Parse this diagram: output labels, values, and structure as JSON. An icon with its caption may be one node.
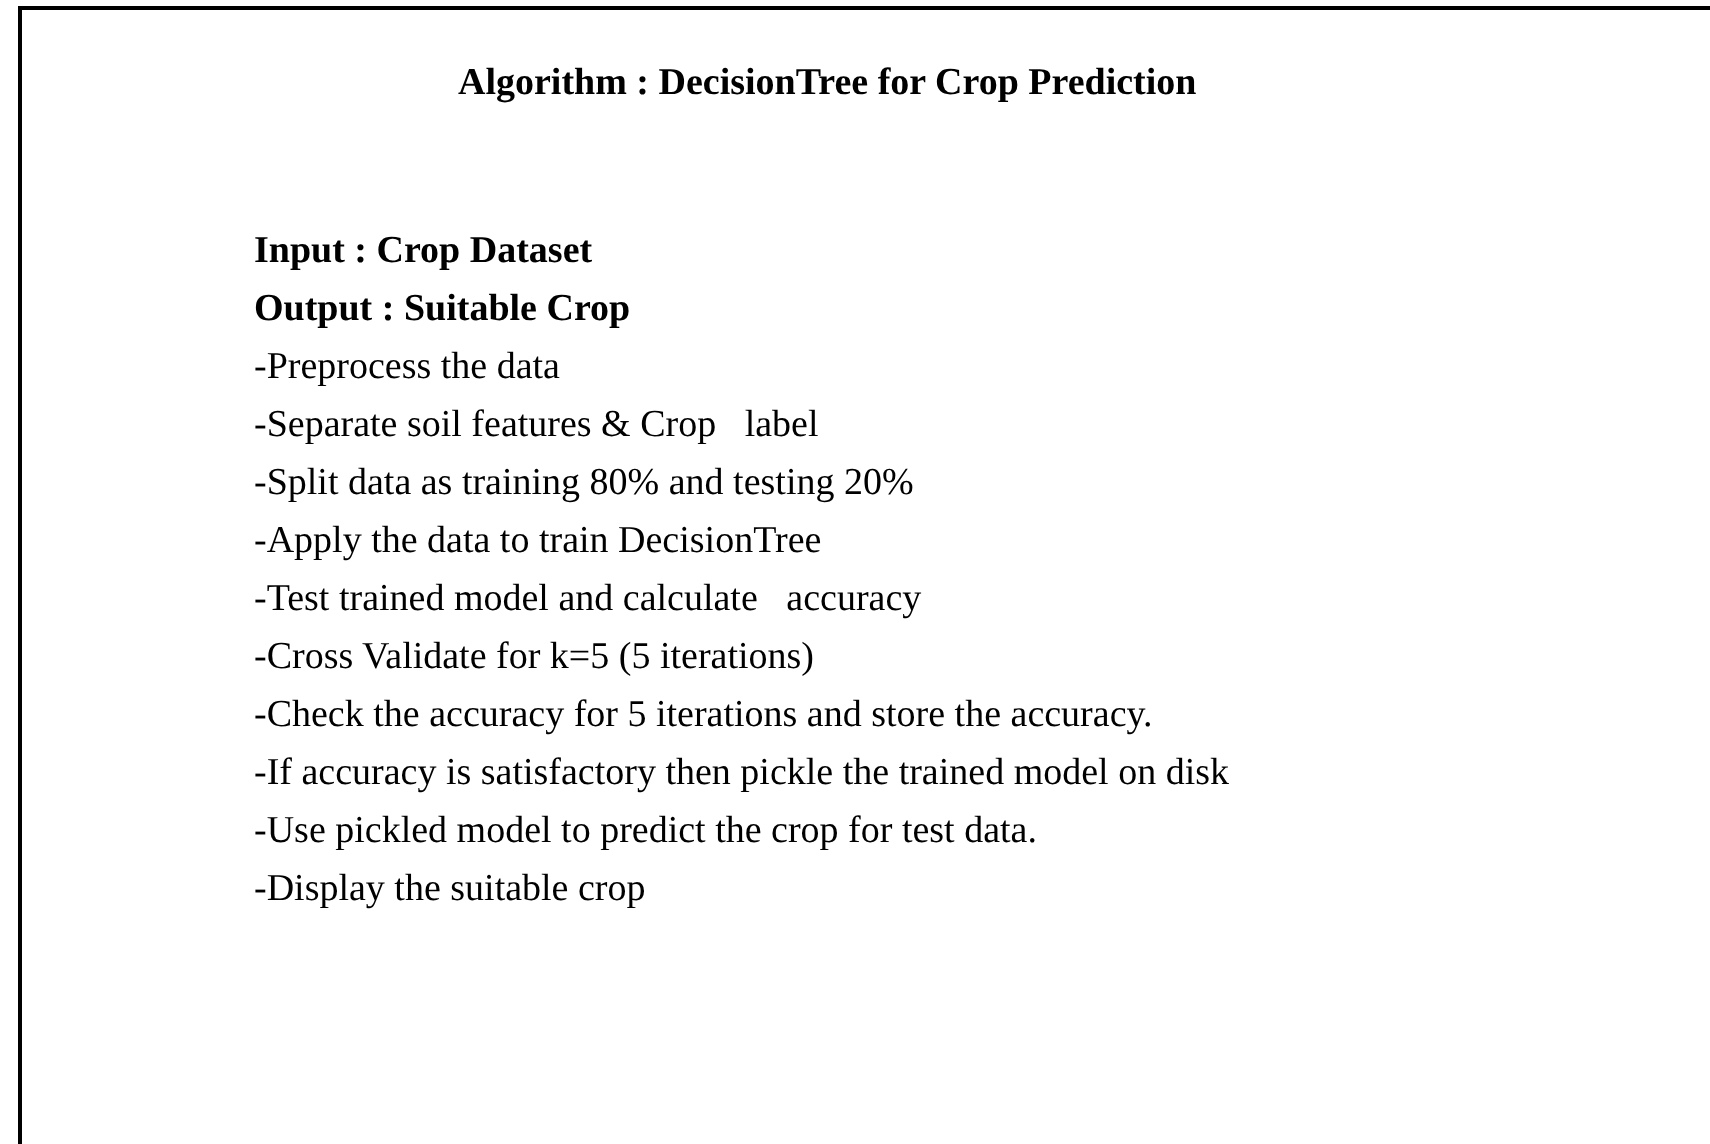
{
  "diagram": {
    "nodes": [
      {
        "text": [
          "Algorithm : DecisionTree for Crop Prediction",
          "Input : Crop Dataset",
          "Output : Suitable Crop",
          "-Preprocess the data",
          "-Separate soil features & Crop   label",
          "-Split data as training 80% and testing 20%",
          "-Apply the data to train DecisionTree",
          "-Test trained model and calculate   accuracy",
          "-Cross Validate for k=5 (5 iterations)",
          "-Check the accuracy for 5 iterations and store the accuracy.",
          "-If accuracy is satisfactory then pickle the trained model on disk",
          "-Use pickled model to predict the crop for test data.",
          "-Display the suitable crop"
        ]
      }
    ]
  }
}
